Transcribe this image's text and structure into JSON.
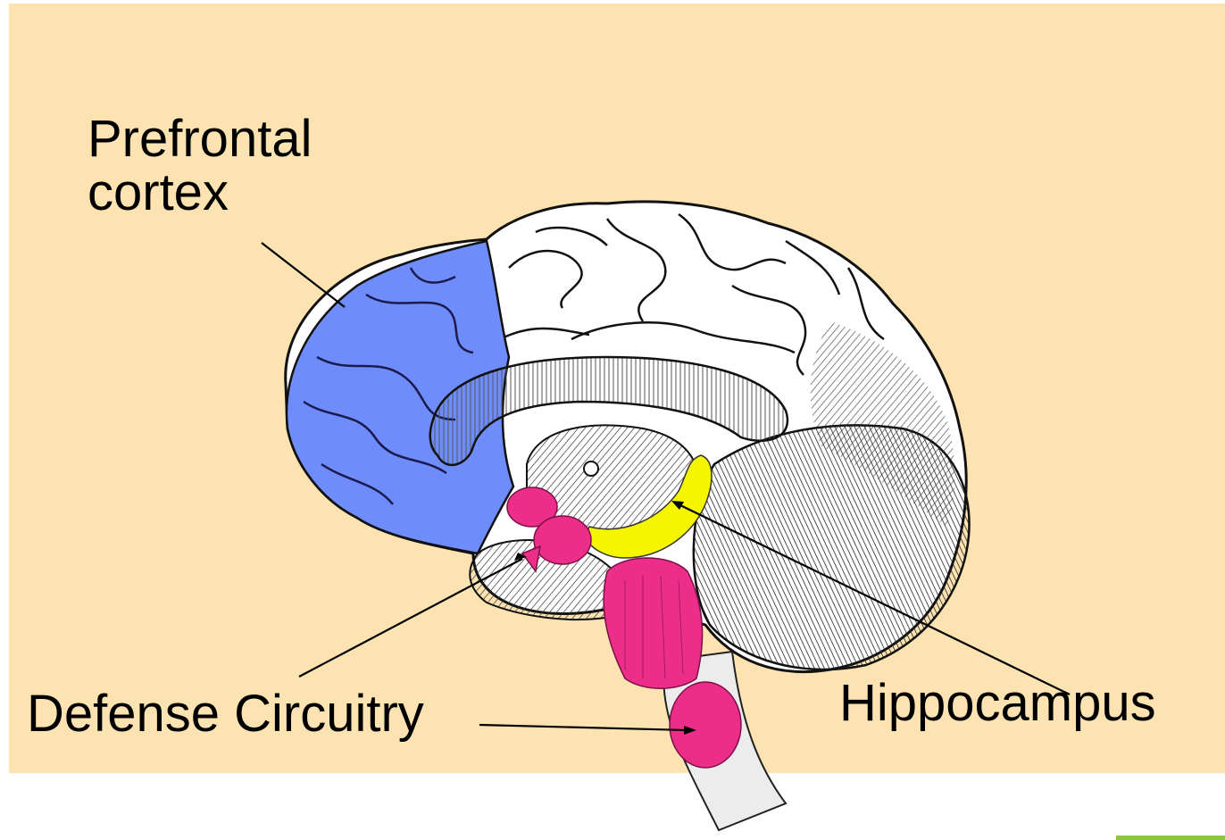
{
  "diagram": {
    "labels": {
      "prefrontal_line1": "Prefrontal",
      "prefrontal_line2": "cortex",
      "defense": "Defense Circuitry",
      "hippocampus": "Hippocampus"
    },
    "colors": {
      "background": "#fce3b1",
      "prefrontal": "#6f8dfa",
      "hippocampus": "#f5f500",
      "defense": "#ec2d8a",
      "brain": "#ffffff",
      "accent": "#8cc63f"
    }
  }
}
